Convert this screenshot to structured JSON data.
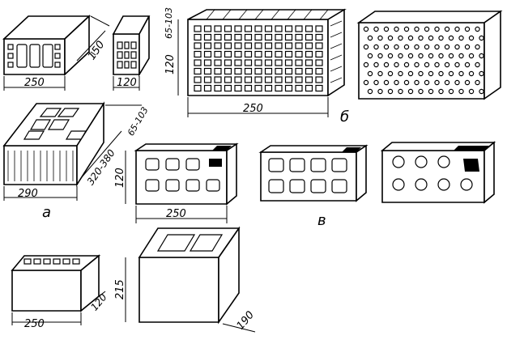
{
  "labels": {
    "a": "а",
    "b": "б",
    "v": "в"
  },
  "dimensions": {
    "d250_a": "250",
    "d150_a": "150",
    "d120_a": "120",
    "d290": "290",
    "d320_380": "320-380",
    "d65_103_a": "65-103",
    "d65_103_b": "65-103",
    "d120_b": "120",
    "d250_b": "250",
    "d120_v": "120",
    "d250_v": "250",
    "d215": "215",
    "d120_g": "120",
    "d250_g": "250",
    "d190": "190"
  }
}
